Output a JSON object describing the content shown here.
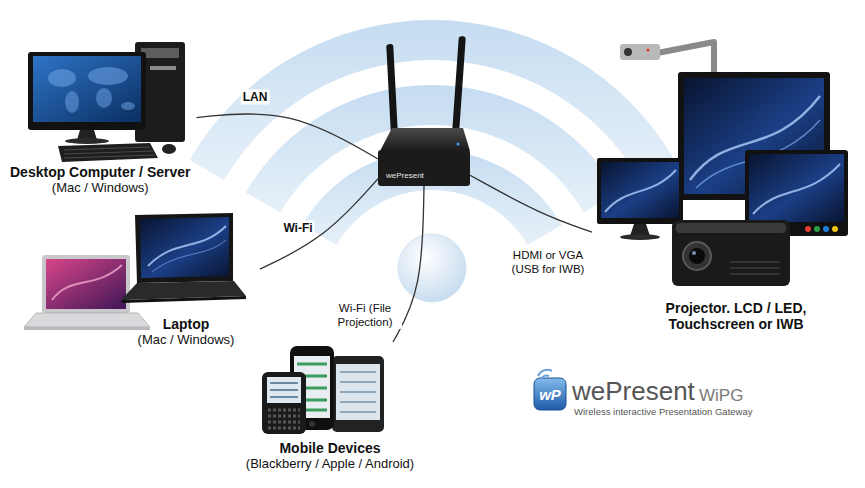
{
  "diagram": {
    "nodes": [
      {
        "text": [
          "Desktop Computer / Server",
          "(Mac / Windows)"
        ]
      },
      {
        "text": [
          "wePresent"
        ]
      },
      {
        "text": [
          "Projector. LCD / LED, Touchscreen or IWB"
        ]
      },
      {
        "text": [
          "Laptop",
          "(Mac / Windows)"
        ]
      },
      {
        "text": [
          "Mobile Devices",
          "(Blackberry / Apple / Android)"
        ]
      }
    ],
    "edges": [
      {
        "from": 0,
        "to": 1,
        "label": "LAN",
        "arrow": "none"
      },
      {
        "from": 3,
        "to": 1,
        "label": "Wi-Fi",
        "arrow": "none"
      },
      {
        "from": 4,
        "to": 1,
        "label": "Wi-Fi (File Projection)",
        "arrow": "none"
      },
      {
        "from": 1,
        "to": 2,
        "label": "HDMI or VGA (USB for IWB)",
        "arrow": "none"
      }
    ],
    "labels": [
      "wP",
      "wePresent",
      "WiPG",
      "Wireless interactive Presentation Gateway"
    ]
  }
}
